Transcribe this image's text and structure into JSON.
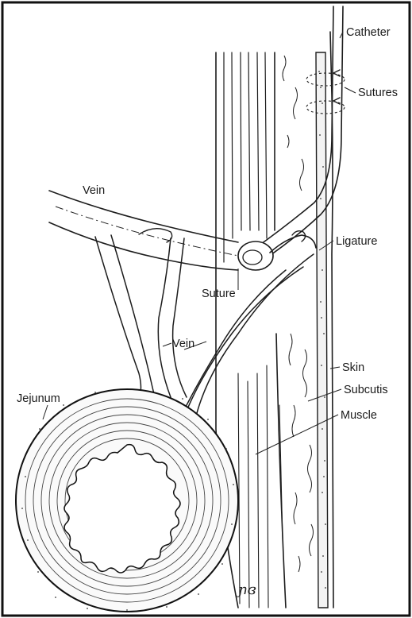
{
  "figure": {
    "labels": {
      "catheter": "Catheter",
      "sutures": "Sutures",
      "vein_top": "Vein",
      "ligature": "Ligature",
      "suture": "Suture",
      "vein_lower": "Vein",
      "skin": "Skin",
      "subcutis": "Subcutis",
      "jejunum": "Jejunum",
      "muscle": "Muscle"
    },
    "signature": "ɲɞ"
  }
}
